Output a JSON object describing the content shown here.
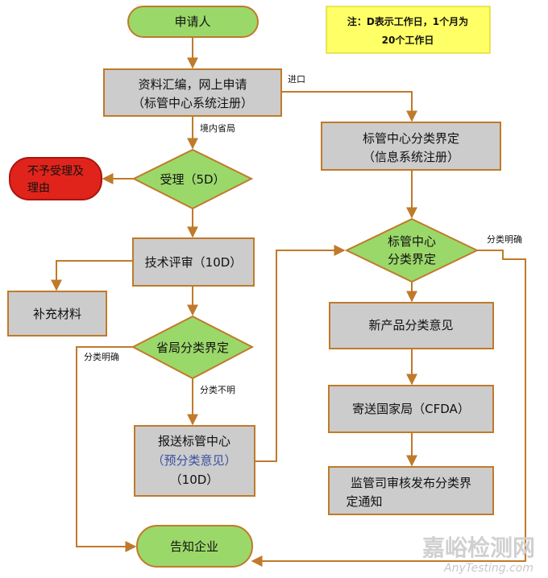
{
  "note": {
    "line1": "注：D表示工作日，1个月为",
    "line2": "20个工作日",
    "color": "#ffff66"
  },
  "nodes": {
    "applicant": "申请人",
    "submit": {
      "line1": "资料汇编，网上申请",
      "line2": "（标管中心系统注册）"
    },
    "accept": "受理（5D）",
    "reject": {
      "line1": "不予受理及",
      "line2": "理由"
    },
    "tech_review": "技术评审（10D）",
    "supplement": "补充材料",
    "prov_classify": "省局分类界定",
    "report": {
      "line1": "报送标管中心",
      "line2": "（预分类意见）",
      "line3": "（10D）"
    },
    "notify": "告知企业",
    "center_classify": {
      "line1": "标管中心分类界定",
      "line2": "（信息系统注册）"
    },
    "center_decision": {
      "line1": "标管中心",
      "line2": "分类界定"
    },
    "new_product": "新产品分类意见",
    "send_cfda": "寄送国家局（CFDA）",
    "publish": {
      "line1": "监管司审核发布分类界",
      "line2": "定通知"
    }
  },
  "edge_labels": {
    "import": "进口",
    "domestic": "境内省局",
    "clear_left": "分类明确",
    "unclear": "分类不明",
    "clear_right": "分类明确"
  },
  "watermark": {
    "cn": "嘉峪检测网",
    "en": "AnyTesting.com"
  },
  "colors": {
    "line": "#c07a2a",
    "box_fill": "#cccccc",
    "decision_fill": "#9bd86a",
    "reject_fill": "#e0241b",
    "note_fill": "#ffff66"
  }
}
